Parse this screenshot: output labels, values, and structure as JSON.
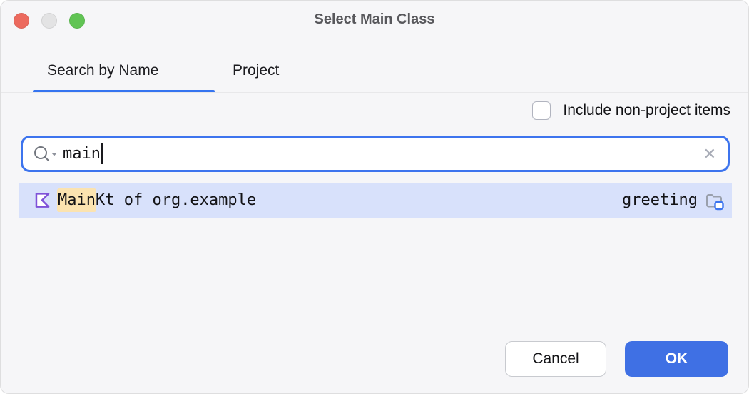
{
  "window": {
    "title": "Select Main Class",
    "traffic_lights": {
      "close": "close-button",
      "minimize": "minimize-button",
      "zoom": "zoom-button"
    }
  },
  "tabs": [
    {
      "label": "Search by Name",
      "active": true
    },
    {
      "label": "Project",
      "active": false
    }
  ],
  "checkbox": {
    "label": "Include non-project items",
    "checked": false
  },
  "search": {
    "value": "main",
    "icon": "magnifier-with-dropdown",
    "clear_glyph": "✕"
  },
  "results": [
    {
      "icon": "kotlin-file-icon",
      "name_highlight": "Main",
      "name_rest": "Kt of org.example",
      "module": "greeting",
      "module_icon": "module-folder-icon",
      "selected": true
    }
  ],
  "buttons": {
    "cancel": "Cancel",
    "ok": "OK"
  },
  "colors": {
    "accent": "#3574f0",
    "selection_row": "#d8e1fb",
    "match_highlight": "#fbe3b0",
    "ok_button": "#3f70e4",
    "kotlin_purple": "#7f52d8",
    "dialog_bg": "#f6f6f8",
    "traffic_close": "#ec6a5e",
    "traffic_min": "#e3e3e4",
    "traffic_zoom": "#61c454"
  }
}
